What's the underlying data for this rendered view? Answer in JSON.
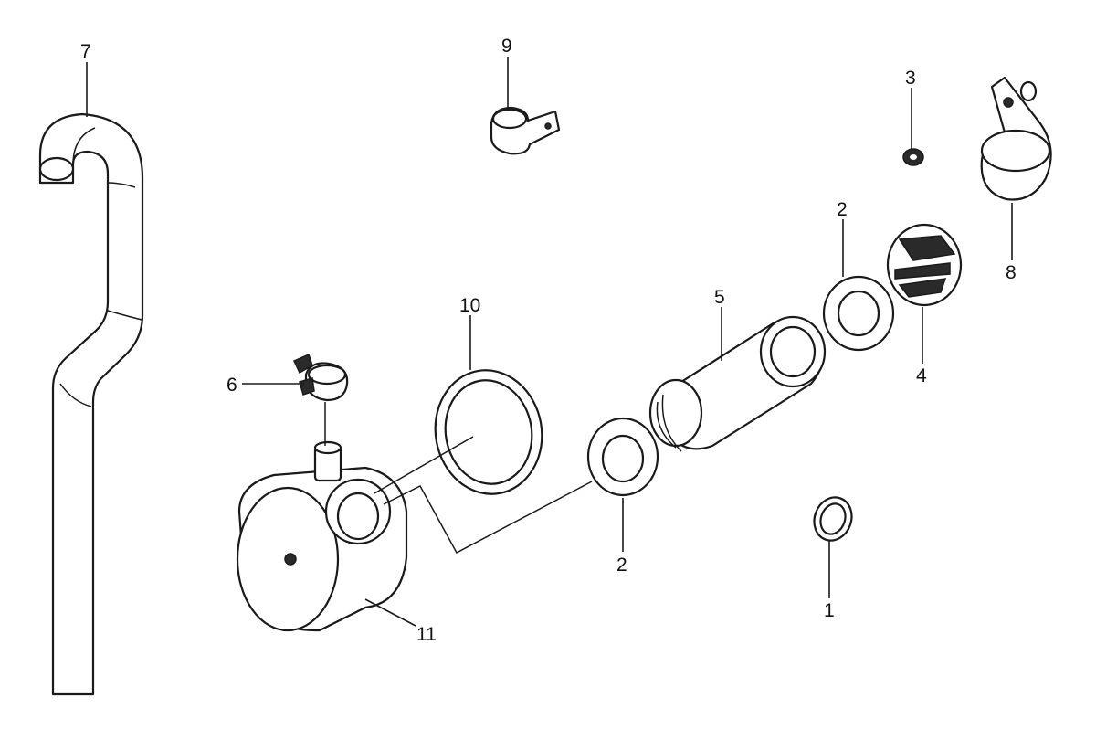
{
  "diagram": {
    "callouts": {
      "c1": "1",
      "c2a": "2",
      "c2b": "2",
      "c3": "3",
      "c4": "4",
      "c5": "5",
      "c6": "6",
      "c7": "7",
      "c8": "8",
      "c9": "9",
      "c10": "10",
      "c11": "11"
    },
    "colors": {
      "line": "#1a1a1a",
      "background": "#ffffff"
    }
  }
}
